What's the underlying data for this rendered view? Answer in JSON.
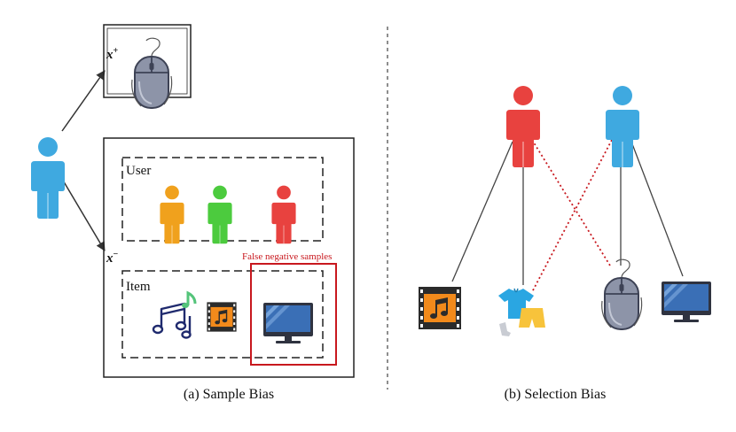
{
  "panel_a": {
    "caption": "(a) Sample Bias",
    "positive_label": "x",
    "positive_sup": "+",
    "negative_label": "x",
    "negative_sup": "−",
    "user_group_label": "User",
    "item_group_label": "Item",
    "false_negative_label": "False negative samples"
  },
  "panel_b": {
    "caption": "(b) Selection Bias"
  },
  "colors": {
    "user_blue": "#3fa9e0",
    "user_orange": "#f0a11d",
    "user_green": "#4ccb3e",
    "user_red": "#e8423f",
    "false_negative_red": "#c8181e",
    "edge_gray": "#444444",
    "mouse_gray": "#8d94a8",
    "monitor_blue": "#3a6fb6",
    "music_navy": "#1f2a6e",
    "music_green": "#54c47a",
    "film_orange": "#f28a1b",
    "shirt_blue": "#2aa6e2",
    "shorts_yellow": "#f7c33b"
  },
  "icons": {
    "user": "user-icon",
    "mouse": "mouse-icon",
    "monitor": "monitor-icon",
    "music": "music-notes-icon",
    "film": "film-icon",
    "clothes": "clothes-icon"
  }
}
